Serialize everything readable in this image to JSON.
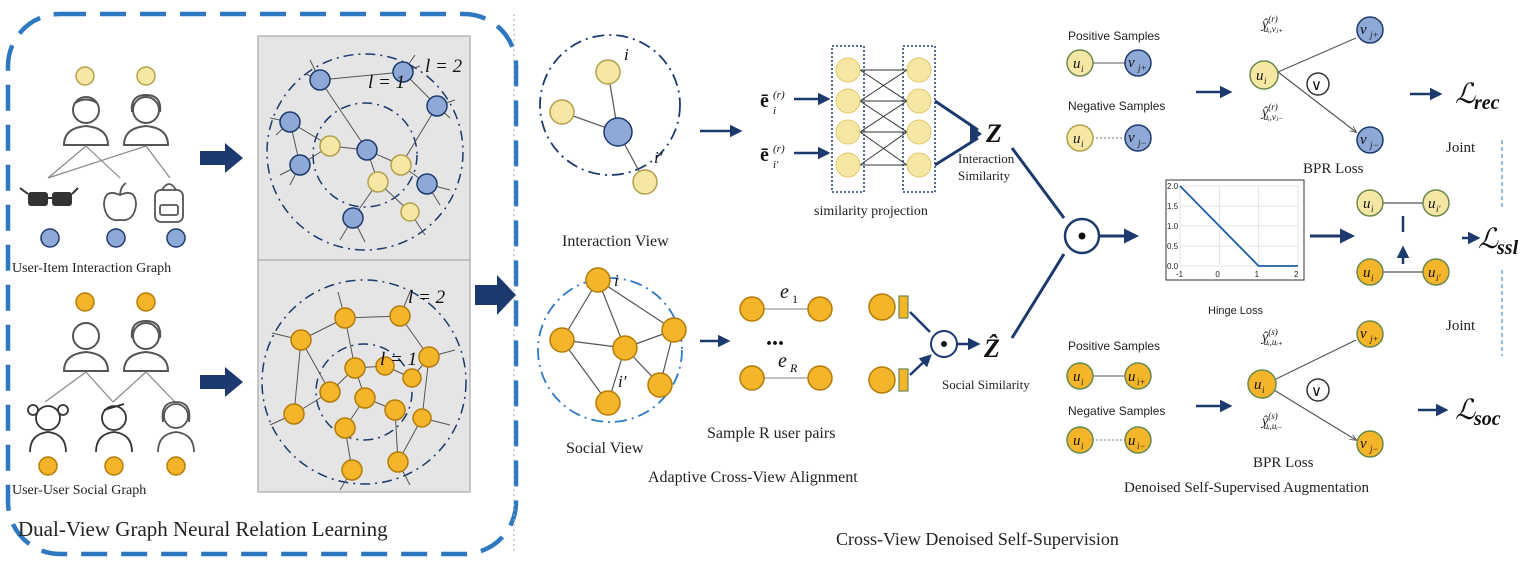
{
  "colors": {
    "blue_node": "#8fa9d6",
    "yellow_node": "#f7e7a4",
    "orange_node": "#f5b52a",
    "navy": "#1c3a6e",
    "dashed_blue": "#2e78c2",
    "panel_gray": "#e5e5e5"
  },
  "left_section": {
    "title": "Dual-View Graph Neural Relation Learning",
    "interaction_graph_label": "User-Item Interaction Graph",
    "social_graph_label": "User-User Social Graph",
    "interaction_layers": {
      "l1": "l = 1",
      "l2": "l = 2"
    },
    "social_layers": {
      "l1": "l = 1",
      "l2": "l = 2"
    },
    "icons": [
      "user-male-icon",
      "user-female-icon",
      "glasses-icon",
      "apple-icon",
      "backpack-icon",
      "girl-icon",
      "boy-icon",
      "woman-icon"
    ]
  },
  "middle_section": {
    "interaction_view_label": "Interaction View",
    "social_view_label": "Social View",
    "node_i": "i",
    "node_i_prime": "i′",
    "e_bar_i": "ē",
    "e_bar_i_prime": "ē",
    "e_superscript": "(r)",
    "similarity_projection_label": "similarity projection",
    "z_label": "Z",
    "z_hat_label": "Ẑ",
    "interaction_similarity_line1": "Interaction",
    "interaction_similarity_line2": "Similarity",
    "social_similarity_label": "Social Similarity",
    "e1": "e",
    "e1_sub": "1",
    "eR": "e",
    "eR_sub": "R",
    "ellipsis": "...",
    "sample_pairs_label": "Sample R user pairs",
    "alignment_label": "Adaptive Cross-View Alignment",
    "dot_operator": "⊙"
  },
  "right_section": {
    "positive_samples": "Positive Samples",
    "negative_samples": "Negative Samples",
    "bpr_loss": "BPR Loss",
    "joint": "Joint",
    "hinge_loss": "Hinge Loss",
    "loss_rec": "rec",
    "loss_ssl": "ssl",
    "loss_soc": "soc",
    "script_L": "ℒ",
    "u_i": "u",
    "v_j_plus": "v",
    "v_j_minus": "v",
    "or_symbol": "∨",
    "augmentation_label": "Denoised Self-Supervised Augmentation",
    "bottom_title": "Cross-View Denoised Self-Supervision"
  },
  "chart_data": {
    "type": "line",
    "title": "Hinge Loss",
    "x": [
      -1,
      0,
      1,
      2
    ],
    "series": [
      {
        "values": [
          2.0,
          1.0,
          0.0,
          0.0
        ]
      }
    ],
    "xlim": [
      -1,
      2
    ],
    "ylim": [
      0,
      2
    ],
    "xticks": [
      "-1",
      "0",
      "1",
      "2"
    ],
    "yticks": [
      "0.0",
      "0.5",
      "1.0",
      "1.5",
      "2.0"
    ],
    "grid": true
  }
}
